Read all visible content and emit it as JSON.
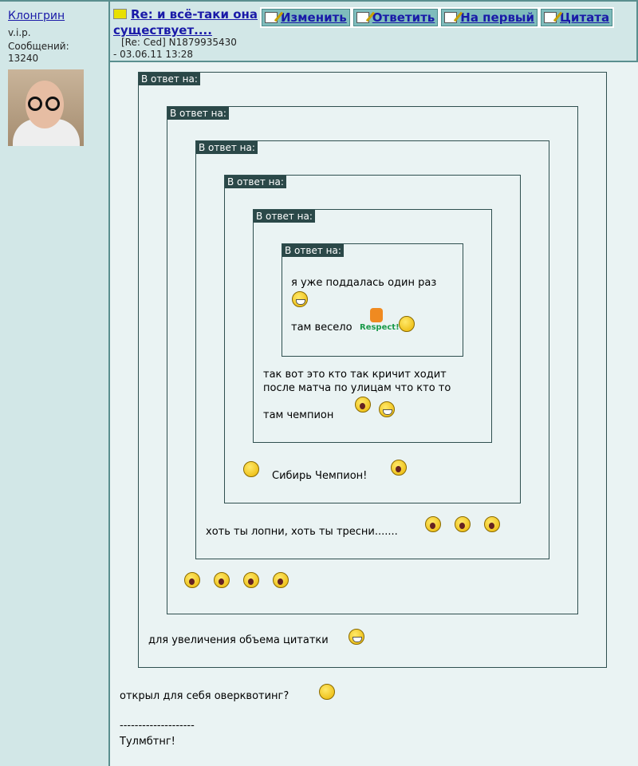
{
  "user": {
    "name": "Клонгрин",
    "rank": "v.i.p.",
    "posts_label": "Сообщений:",
    "posts": "13240"
  },
  "post": {
    "title": "Re: и всё-таки она существует....",
    "meta1": "[Re: Ced]  N1879935430",
    "meta2": "- 03.06.11 13:28"
  },
  "buttons": [
    {
      "label": "Изменить"
    },
    {
      "label": "Ответить"
    },
    {
      "label": "На первый"
    },
    {
      "label": "Цитата"
    }
  ],
  "quote_label": "В ответ на:",
  "quotes": {
    "l6a": "я уже поддалась один раз",
    "l6b": "там весело",
    "respect": "Respect!",
    "l5a": "так вот это кто так кричит ходит",
    "l5b": "после матча по улицам что кто то",
    "l5c": "там чемпион",
    "l4": "Сибирь Чемпион!",
    "l3": "хоть ты лопни, хоть ты тресни.......",
    "l1": "для увеличения объема цитатки"
  },
  "body": {
    "text": "открыл для себя оверквотинг?",
    "sep": "--------------------",
    "sig": "Тулмбтнг!"
  }
}
